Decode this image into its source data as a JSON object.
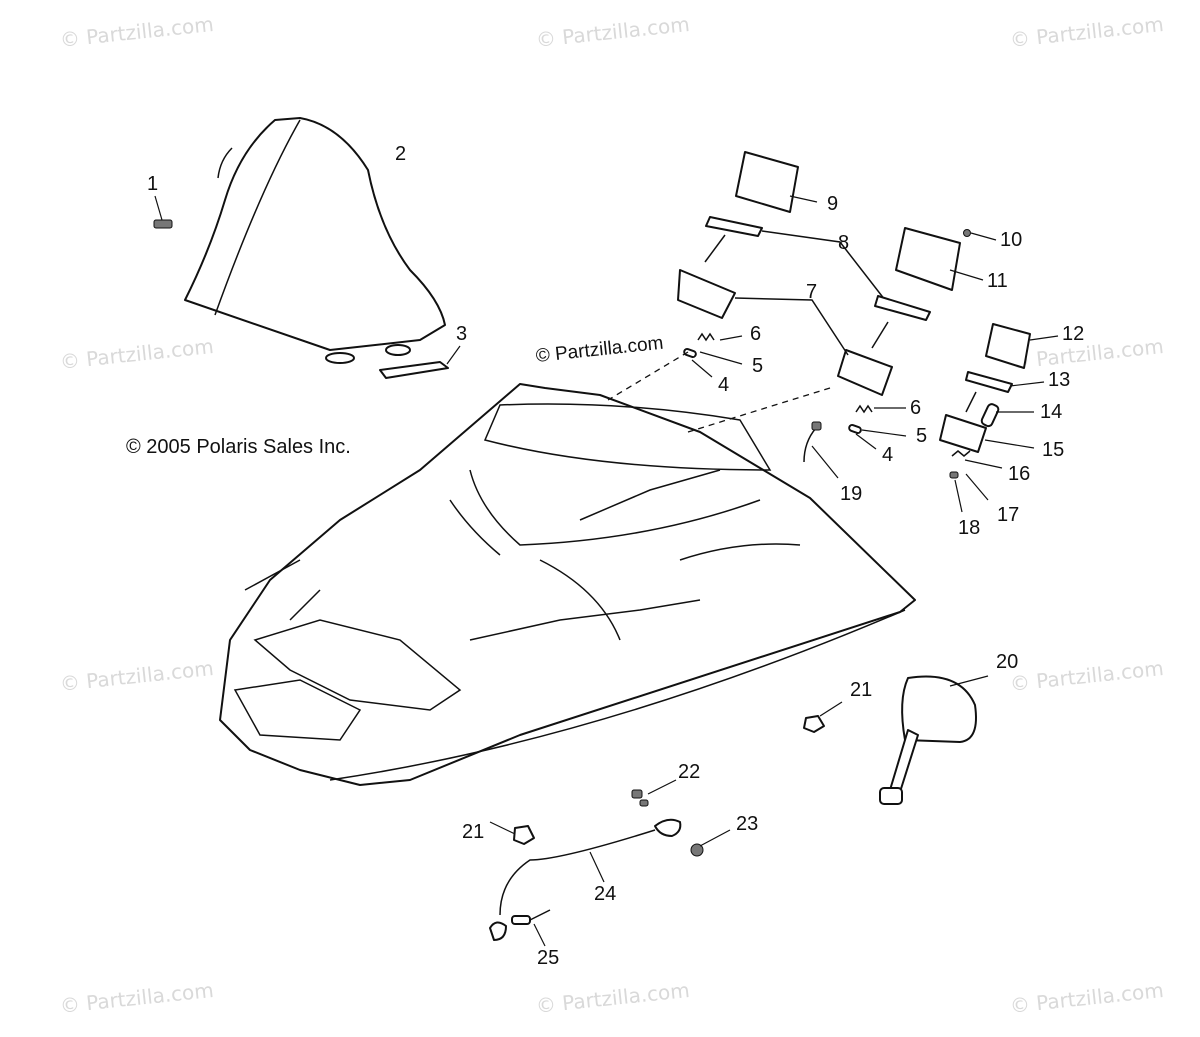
{
  "watermark": "© Partzilla.com",
  "center_watermark": "© Partzilla.com",
  "copyright": "© 2005 Polaris Sales Inc.",
  "callouts": [
    "1",
    "2",
    "3",
    "4",
    "5",
    "6",
    "7",
    "8",
    "9",
    "10",
    "11",
    "12",
    "13",
    "14",
    "15",
    "16",
    "17",
    "18",
    "19",
    "20",
    "21",
    "22",
    "23",
    "24",
    "25"
  ],
  "callouts_repeat": {
    "n4b": "4",
    "n5b": "5",
    "n6b": "6",
    "n21b": "21"
  },
  "colors": {
    "line": "#111111",
    "watermark": "#d9d9d9",
    "background": "#ffffff"
  }
}
